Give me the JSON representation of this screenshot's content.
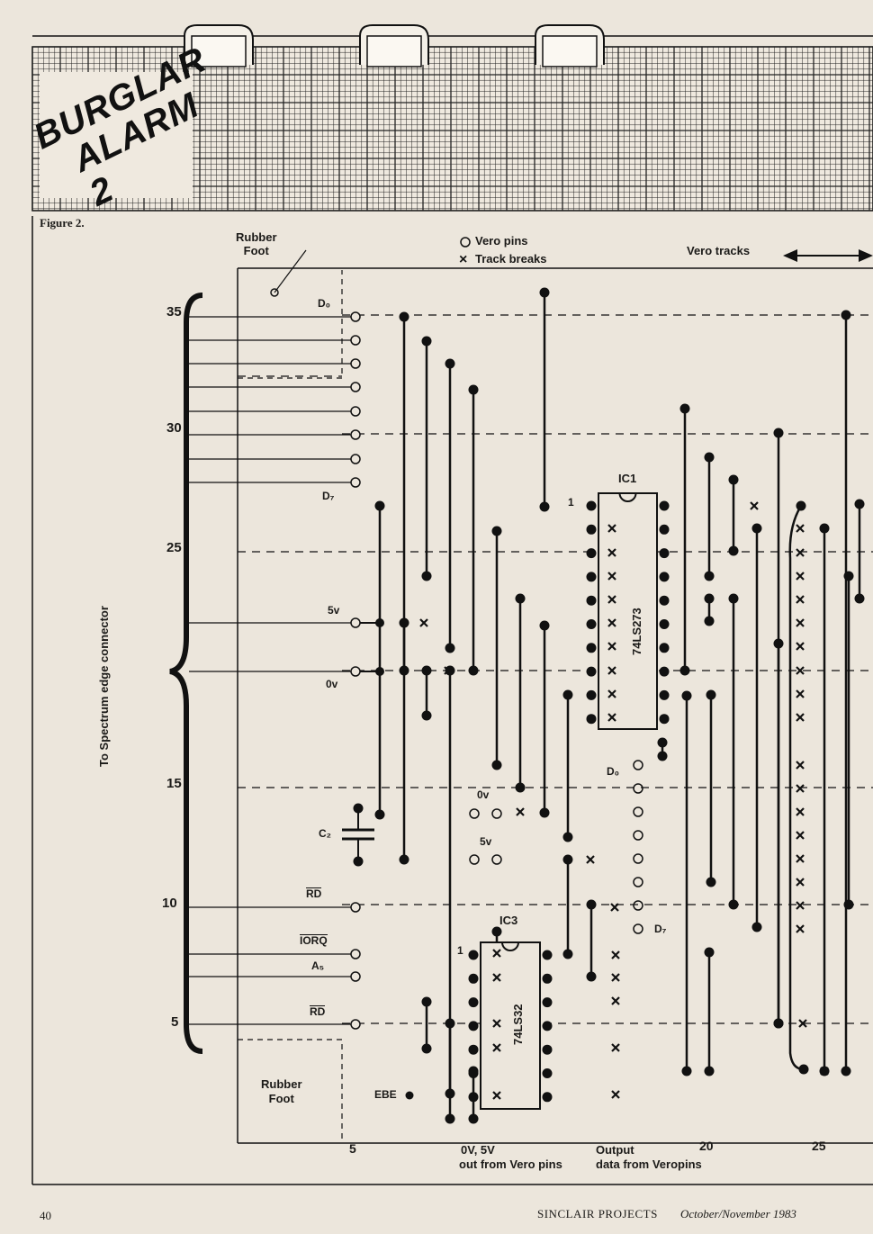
{
  "title_logo": {
    "line1": "BURGLAR",
    "line2": "ALARM 2"
  },
  "figure_label": "Figure 2.",
  "labels": {
    "rubber_foot_top": [
      "Rubber",
      "Foot"
    ],
    "rubber_foot_bottom": [
      "Rubber",
      "Foot"
    ],
    "legend_pins": "Vero pins",
    "legend_breaks": "Track breaks",
    "vero_tracks": "Vero tracks",
    "side_connector": "To Spectrum edge connector",
    "ic1_name": "IC1",
    "ic1_part": "74LS273",
    "ic3_name": "IC3",
    "ic3_part": "74LS32",
    "pin1_ic1": "1",
    "pin1_ic3": "1",
    "c2": "C₂",
    "d0_left": "D₀",
    "d7_left": "D₇",
    "v5_left": "5v",
    "ov_left": "0v",
    "rd_top": "RD",
    "iorq": "IORQ",
    "a5": "A₅",
    "rd_bottom": "RD",
    "ebe": "EBE",
    "ov_mid": "0v",
    "v5_mid": "5v",
    "d0_right": "D₀",
    "d7_right": "D₇",
    "bottom_zero": [
      "0V, 5V",
      "out from Vero pins"
    ],
    "bottom_output": [
      "Output",
      "data from Veropins"
    ]
  },
  "edge_numbers": [
    "35",
    "30",
    "25",
    "15",
    "10",
    "5"
  ],
  "column_numbers": [
    "5",
    "20",
    "25"
  ],
  "footer": {
    "page": "40",
    "publication": "SINCLAIR PROJECTS",
    "issue": "October/November 1983"
  }
}
